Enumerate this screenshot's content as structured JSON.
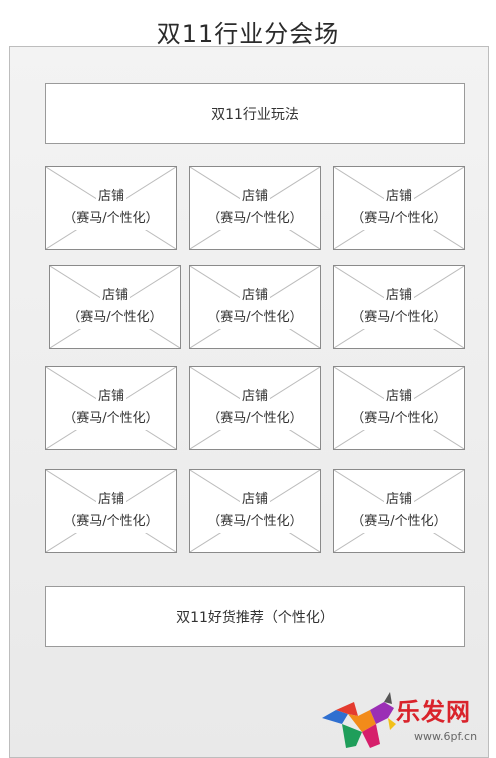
{
  "title": "双11行业分会场",
  "top_banner": "双11行业玩法",
  "bottom_banner": "双11好货推荐（个性化）",
  "store_box": {
    "line1": "店铺",
    "line2": "（赛马/个性化）"
  },
  "grid": {
    "rows": 4,
    "cols": 3
  },
  "watermark": {
    "brand": "乐发网",
    "url": "www.6pf.cn"
  }
}
